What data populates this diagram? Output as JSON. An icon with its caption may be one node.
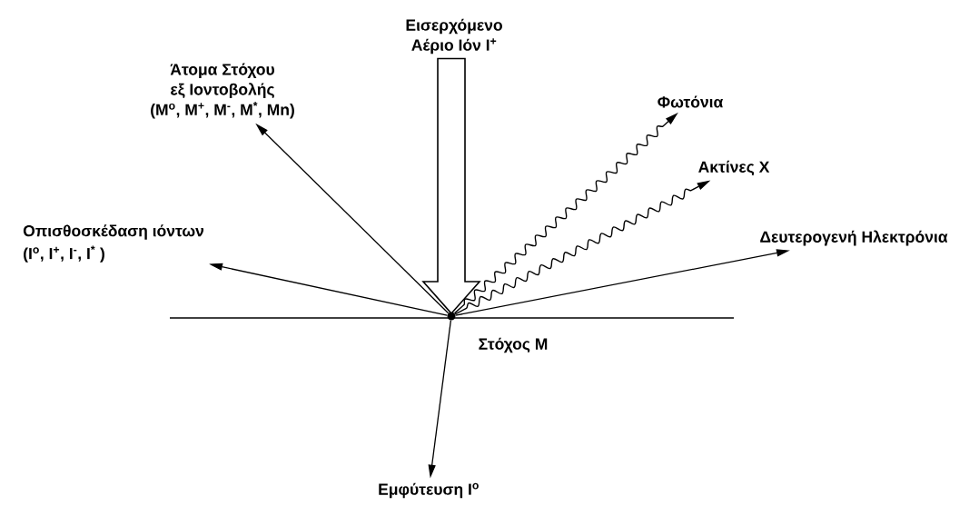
{
  "diagram": {
    "nodes": [
      {
        "text": [
          "Εισερχόμενο Αέριο Ιόν I$^{+}$"
        ]
      },
      {
        "text": [
          "Άτομα Στόχου εξ Ιοντοβολής",
          "(M$^{o}$, M$^{+}$, M$^{-}$, M$^{*}$, Mn)"
        ]
      },
      {
        "text": [
          "Φωτόνια"
        ]
      },
      {
        "text": [
          "Ακτίνες X"
        ]
      },
      {
        "text": [
          "Οπισθοσκέδαση ιόντων",
          "(I$^{o}$, I$^{+}$, I$^{-}$, I$^{*}$ )"
        ]
      },
      {
        "text": [
          "Δευτερογενή Ηλεκτρόνια"
        ]
      },
      {
        "text": [
          "Εμφύτευση I$^{o}$"
        ]
      },
      {
        "text": [],
        "shape": "circle"
      }
    ],
    "edges": [
      {
        "from": 0,
        "to": 7,
        "arrow": "to"
      },
      {
        "from": 7,
        "to": 1,
        "arrow": "to"
      },
      {
        "from": 7,
        "to": 2,
        "arrow": "to"
      },
      {
        "from": 7,
        "to": 3,
        "arrow": "to"
      },
      {
        "from": 7,
        "to": 4,
        "arrow": "to"
      },
      {
        "from": 7,
        "to": 5,
        "arrow": "to"
      },
      {
        "from": 7,
        "to": 6,
        "arrow": "to"
      }
    ],
    "labels": [
      "Στόχος M"
    ]
  }
}
